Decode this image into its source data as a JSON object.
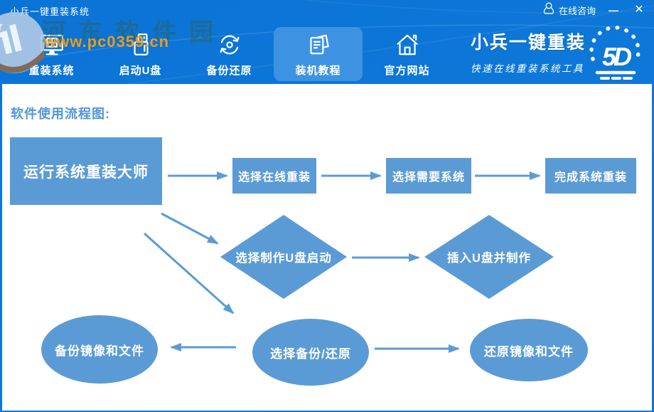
{
  "window": {
    "title": "小兵一键重装系统",
    "controls": {
      "online_service": "在线咨询",
      "minimize_glyph": "—",
      "close_glyph": "✕"
    }
  },
  "nav": {
    "items": [
      {
        "label": "重装系统",
        "icon": "monitor-icon",
        "active": false
      },
      {
        "label": "启动U盘",
        "icon": "usb-drive-icon",
        "active": false
      },
      {
        "label": "备份还原",
        "icon": "sync-arrows-icon",
        "active": false
      },
      {
        "label": "装机教程",
        "icon": "tutorial-docs-icon",
        "active": true
      },
      {
        "label": "官方网站",
        "icon": "home-icon",
        "active": false
      }
    ]
  },
  "brand": {
    "name": "小兵一键重装",
    "slogan": "快速在线重装系统工具",
    "logo_mark": "5D"
  },
  "watermark": {
    "site_name": "河东软件园",
    "site_url": "www.pc0359.cn"
  },
  "main": {
    "section_title": "软件使用流程图:"
  },
  "flow": {
    "nodes": [
      {
        "id": "run",
        "shape": "rect",
        "label": "运行系统重装大师"
      },
      {
        "id": "online",
        "shape": "rect",
        "label": "选择在线重装"
      },
      {
        "id": "system",
        "shape": "rect",
        "label": "选择需要系统"
      },
      {
        "id": "done",
        "shape": "rect",
        "label": "完成系统重装"
      },
      {
        "id": "make-usb",
        "shape": "diamond",
        "label": "选择制作U盘启动"
      },
      {
        "id": "insert-usb",
        "shape": "diamond",
        "label": "插入U盘并制作"
      },
      {
        "id": "backup",
        "shape": "ellipse",
        "label": "备份镜像和文件"
      },
      {
        "id": "choose-br",
        "shape": "ellipse",
        "label": "选择备份/还原"
      },
      {
        "id": "restore",
        "shape": "ellipse",
        "label": "还原镜像和文件"
      }
    ],
    "edges": [
      "run→online",
      "online→system",
      "system→done",
      "run→make-usb",
      "make-usb→insert-usb",
      "run→choose-br",
      "choose-br→backup",
      "choose-br→restore"
    ]
  },
  "colors": {
    "header_blue": "#0e79da",
    "active_tab_blue": "#3e92e2",
    "node_fill_blue": "#5b9bd5",
    "section_title_blue": "#4f96d8",
    "watermark_orange": "#f7a622",
    "watermark_green": "#345c42"
  }
}
